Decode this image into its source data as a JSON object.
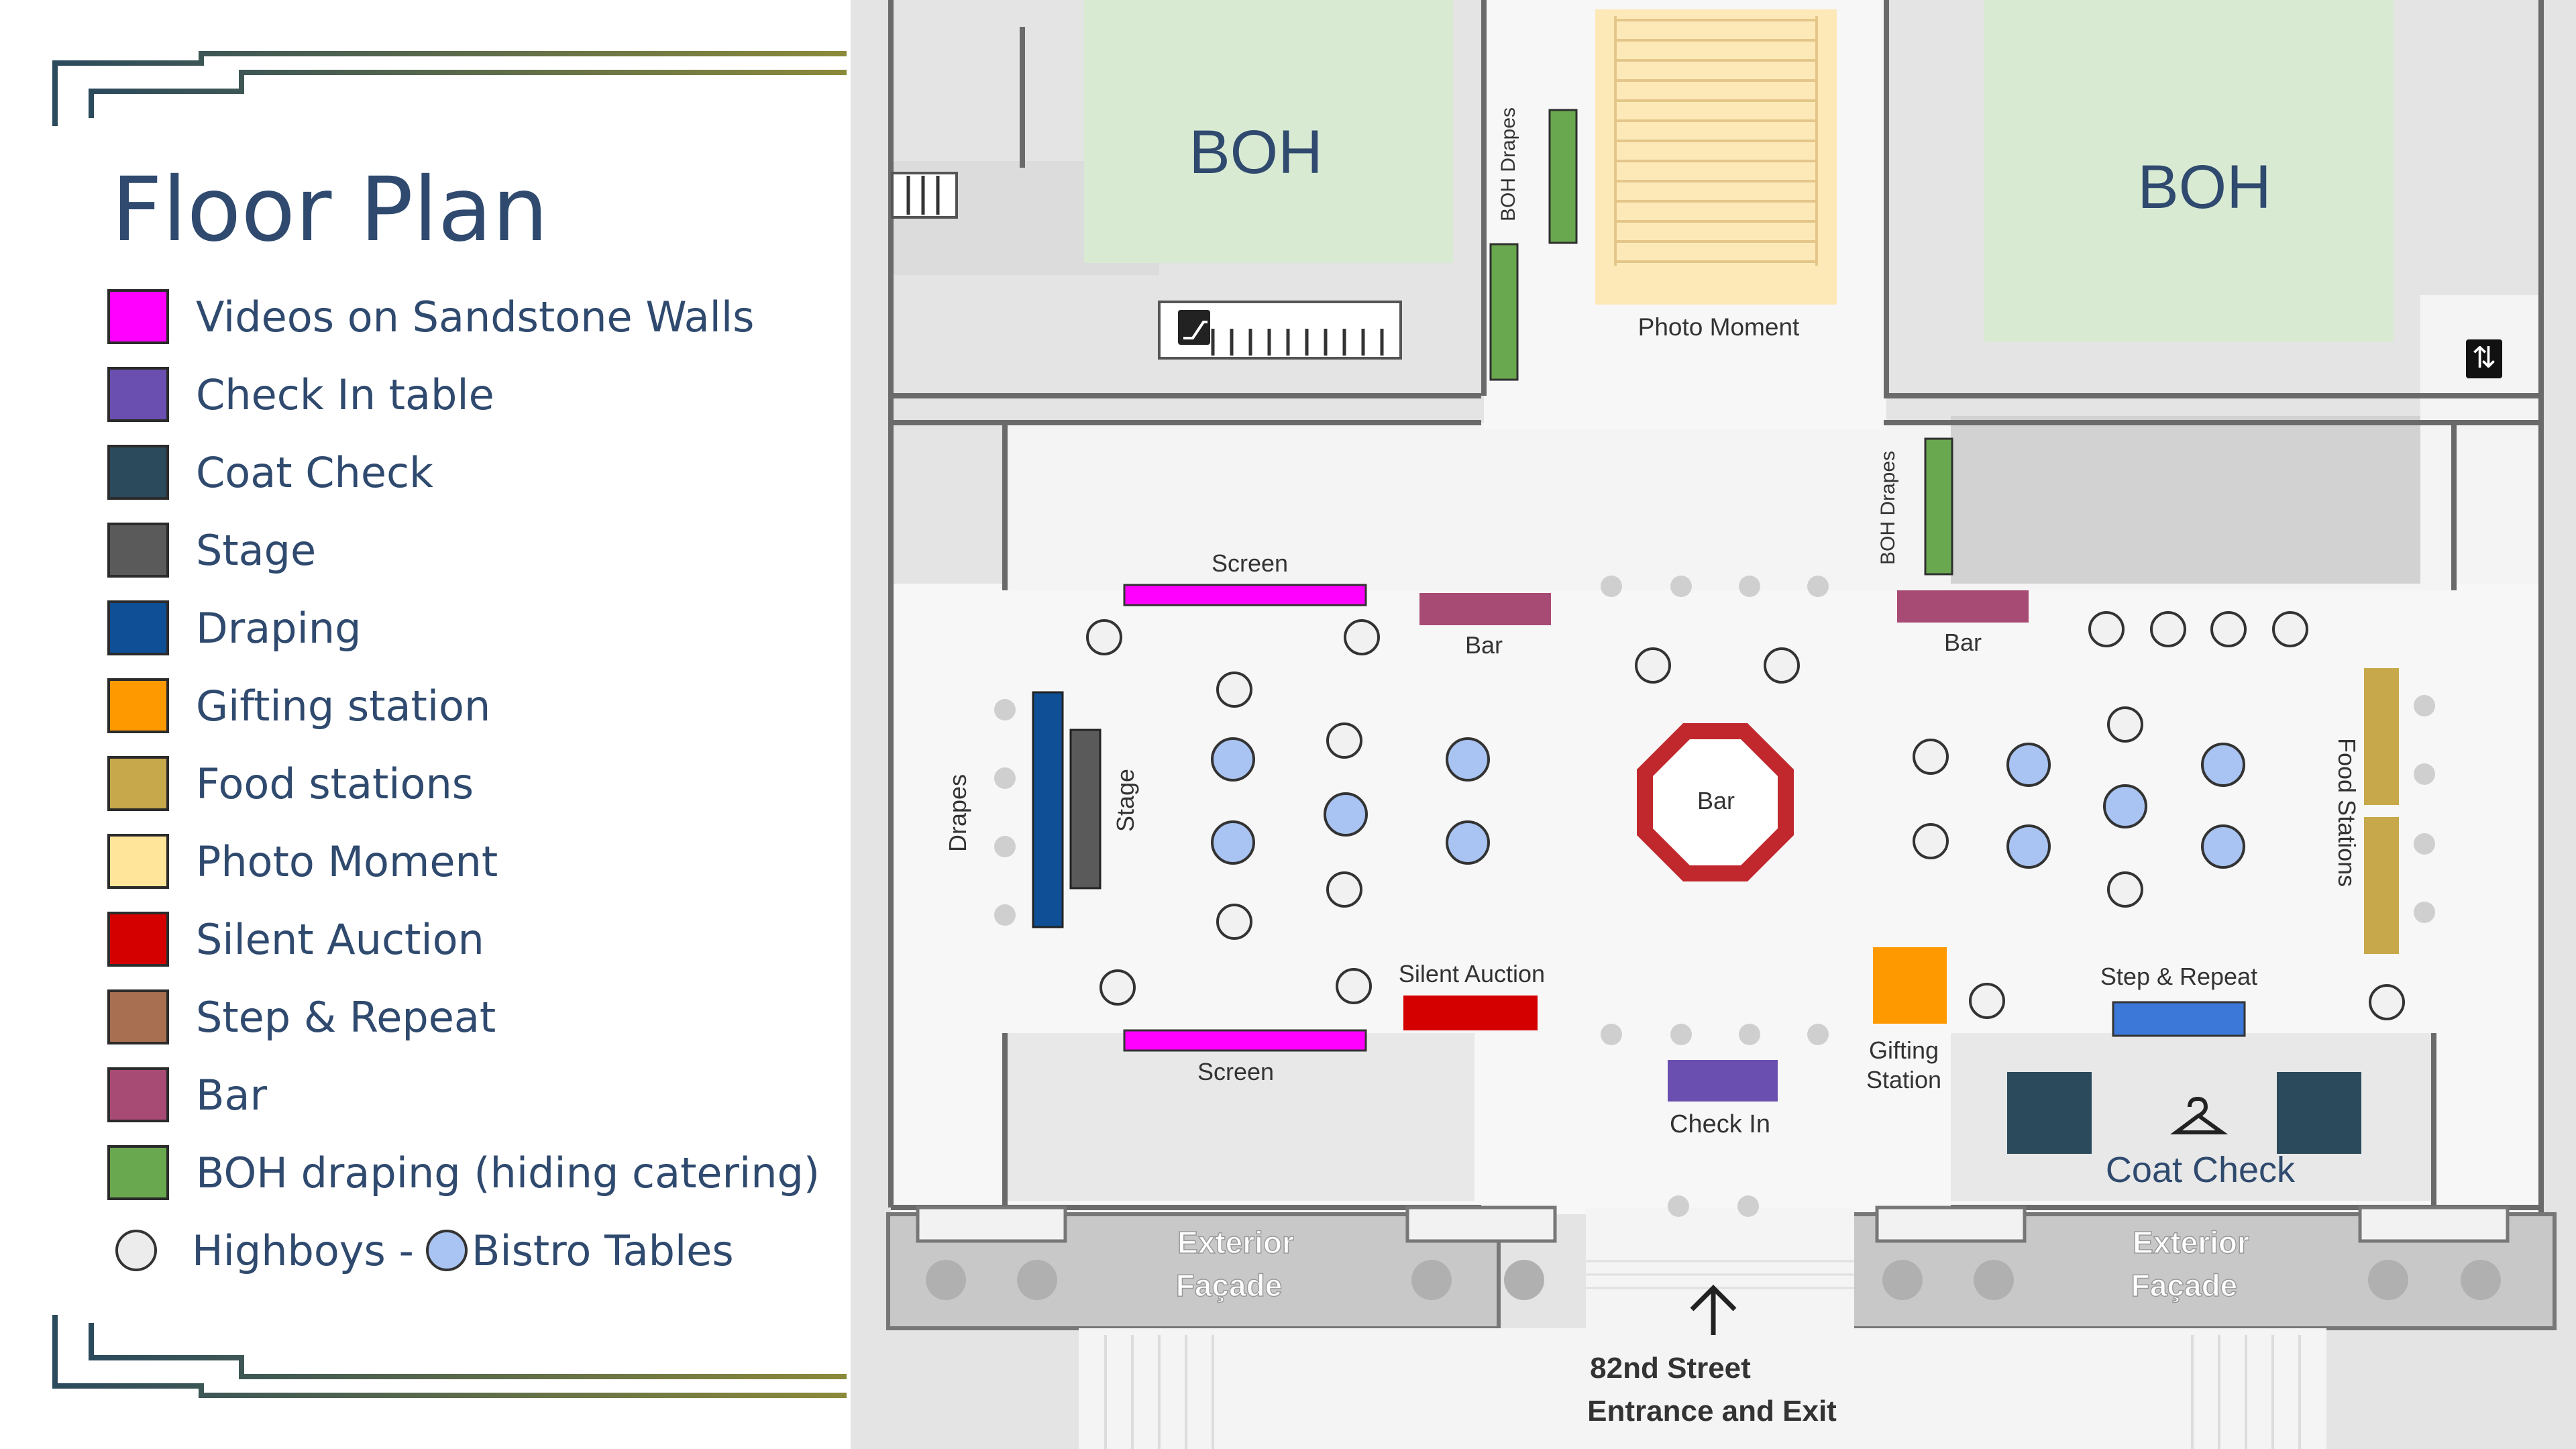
{
  "title": "Floor Plan",
  "legend": [
    {
      "label": "Videos on Sandstone Walls",
      "color": "#ff00ff"
    },
    {
      "label": "Check In table",
      "color": "#6a4fb0"
    },
    {
      "label": "Coat Check",
      "color": "#2b4a5c"
    },
    {
      "label": "Stage",
      "color": "#5a5a5a"
    },
    {
      "label": "Draping",
      "color": "#0f4f96"
    },
    {
      "label": "Gifting station",
      "color": "#ff9900"
    },
    {
      "label": "Food stations",
      "color": "#c7a84a"
    },
    {
      "label": "Photo Moment",
      "color": "#ffe599"
    },
    {
      "label": "Silent Auction",
      "color": "#d40000"
    },
    {
      "label": "Step & Repeat",
      "color": "#a87050"
    },
    {
      "label": "Bar",
      "color": "#a84b74"
    },
    {
      "label": "BOH draping (hiding catering)",
      "color": "#6aa84f"
    }
  ],
  "legend_tables": {
    "highboy": "Highboys -",
    "bistro": "Bistro Tables"
  },
  "plan": {
    "boh_left": "BOH",
    "boh_right": "BOH",
    "boh_drapes_1": "BOH Drapes",
    "boh_drapes_2": "BOH Drapes",
    "photo_moment": "Photo Moment",
    "screen_top": "Screen",
    "screen_bottom": "Screen",
    "bar_left": "Bar",
    "bar_right": "Bar",
    "bar_center": "Bar",
    "drapes": "Drapes",
    "stage": "Stage",
    "food_stations": "Food Stations",
    "silent_auction": "Silent Auction",
    "gifting_line1": "Gifting",
    "gifting_line2": "Station",
    "step_repeat": "Step & Repeat",
    "check_in": "Check In",
    "coat_check": "Coat Check",
    "facade_left_line1": "Exterior",
    "facade_left_line2": "Façade",
    "facade_right_line1": "Exterior",
    "facade_right_line2": "Façade",
    "entrance_line1": "82nd Street",
    "entrance_line2": "Entrance and Exit"
  },
  "colors": {
    "accent_dark": "#2b4a5c",
    "accent_gold": "#8b8a3a",
    "title": "#2f4a6e",
    "wall": "#595959",
    "boh_fill": "#d9ead3",
    "highboy_fill": "#ececec",
    "bistro_fill": "#a9c4f2"
  }
}
